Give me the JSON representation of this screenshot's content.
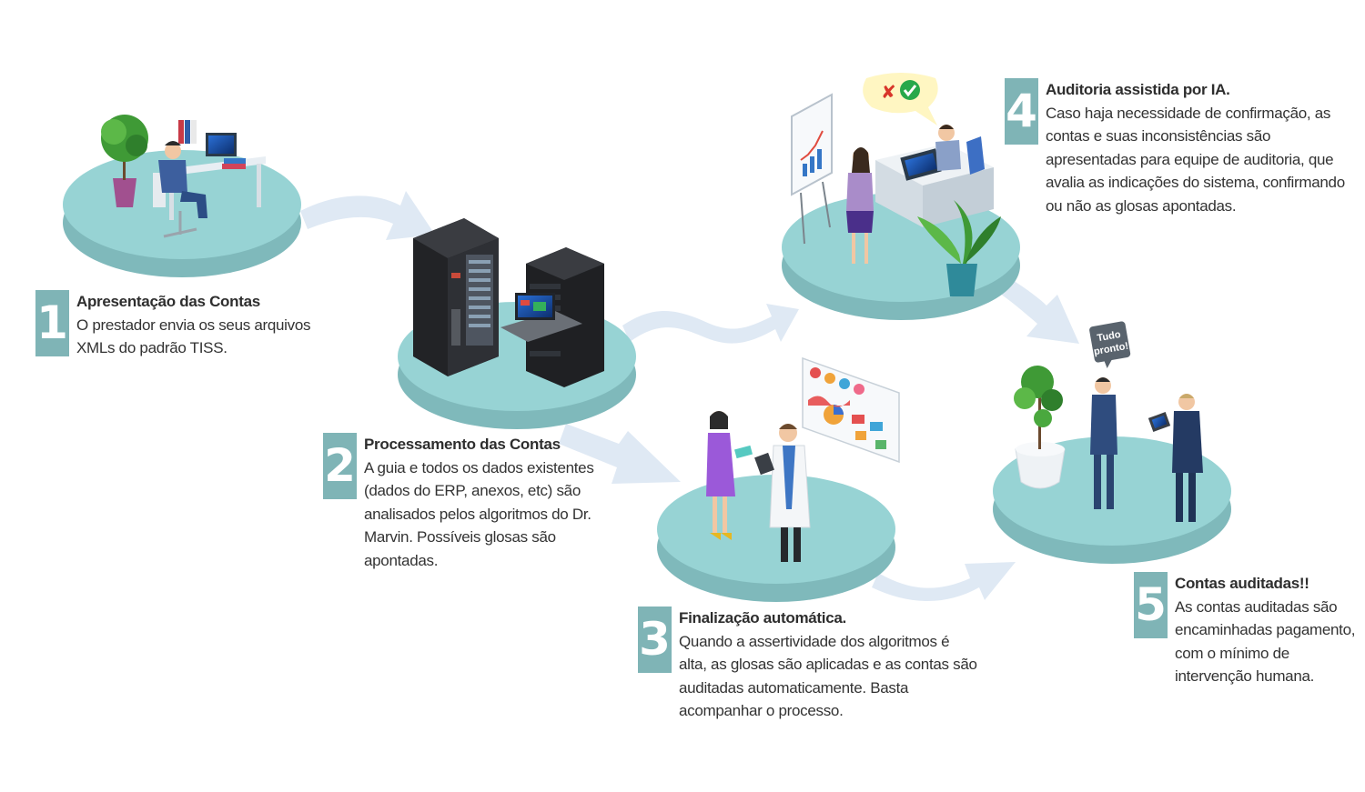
{
  "colors": {
    "platform_top": "#97d3d4",
    "platform_side": "#7fb9bb",
    "arrow": "#dfe9f4",
    "badge": "#7fb4b6",
    "text": "#333333"
  },
  "steps": [
    {
      "number": "1",
      "title": "Apresentação das Contas",
      "body": "O prestador envia os seus arquivos\nXMLs do padrão TISS."
    },
    {
      "number": "2",
      "title": "Processamento das Contas",
      "body": "A guia e todos os dados existentes\n(dados do ERP, anexos, etc) são\nanalisados pelos algoritmos do Dr.\nMarvin. Possíveis glosas são\napontadas."
    },
    {
      "number": "3",
      "title": "Finalização automática.",
      "body": "Quando a assertividade dos algoritmos é\nalta, as glosas são aplicadas e as contas são\nauditadas automaticamente. Basta\nacompanhar o processo."
    },
    {
      "number": "4",
      "title": "Auditoria assistida por IA.",
      "body": "Caso haja necessidade de confirmação, as\ncontas e suas inconsistências são\napresentadas para equipe de auditoria, que\navalia as indicações do sistema, confirmando\nou não as glosas apontadas."
    },
    {
      "number": "5",
      "title": "Contas auditadas!!",
      "body": "As contas auditadas são\nencaminhadas pagamento,\ncom o mínimo de\nintervenção humana."
    }
  ],
  "speech_bubble": {
    "line1": "Tudo",
    "line2": "pronto!"
  },
  "icons": {
    "reject": "x-icon",
    "approve": "check-icon"
  }
}
